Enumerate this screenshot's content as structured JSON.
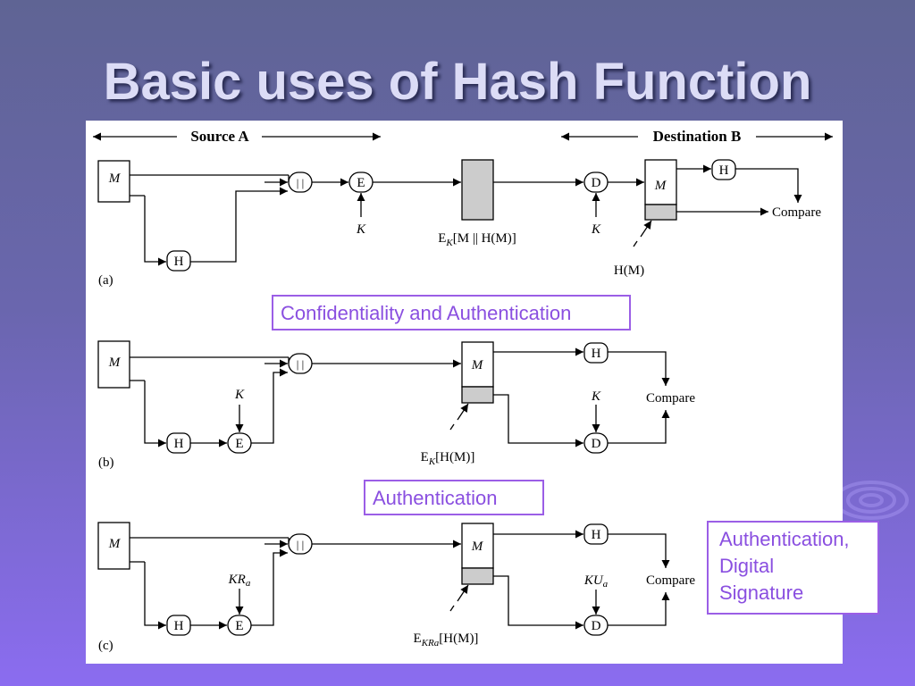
{
  "slide": {
    "title": "Basic uses of Hash Function"
  },
  "diagram": {
    "header": {
      "source": "Source A",
      "destination": "Destination B"
    },
    "symbols": {
      "message": "M",
      "hash": "H",
      "concat": "| |",
      "encrypt": "E",
      "decrypt": "D",
      "key": "K",
      "compare": "Compare",
      "private_key_a": "KR",
      "public_key_a": "KU",
      "subscript_a": "a"
    },
    "scheme_a": {
      "tag": "(a)",
      "transmitted_label": "E<sub>K</sub>[M || H(M)]",
      "hash_label": "H(M)"
    },
    "scheme_b": {
      "tag": "(b)",
      "transmitted_label": "E<sub>K</sub>[H(M)]"
    },
    "scheme_c": {
      "tag": "(c)",
      "transmitted_label": "E<sub>KRa</sub>[H(M)]"
    }
  },
  "callouts": {
    "confidentiality": "Confidentiality and Authentication",
    "authentication": "Authentication",
    "signature_lines": [
      "Authentication,",
      "Digital",
      "Signature"
    ]
  },
  "colors": {
    "background_top": "#5f6494",
    "background_bottom": "#8b6cf0",
    "title_text": "#dcdcf6",
    "callout_border": "#9b5ee6",
    "callout_text": "#8a4fe0",
    "shaded_block": "#cccccc"
  }
}
